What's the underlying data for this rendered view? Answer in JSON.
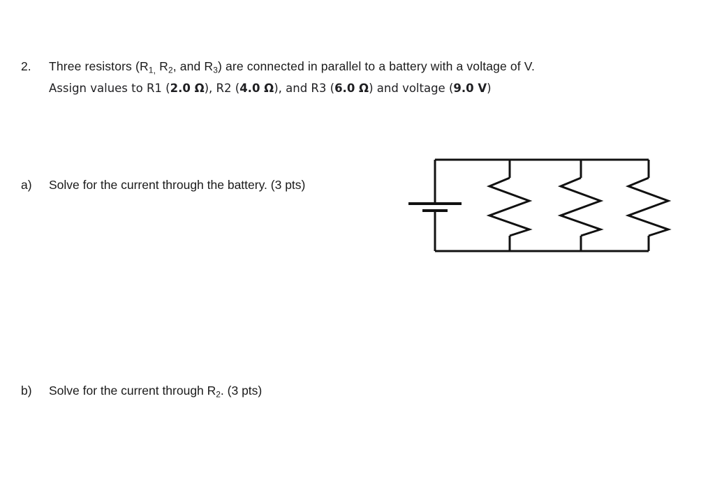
{
  "document": {
    "type": "physics-worksheet-problem",
    "background_color": "#ffffff",
    "text_color": "#1a1a1a"
  },
  "question": {
    "number": "2.",
    "line1": {
      "before_r1": "Three resistors (R",
      "r1_sub": "1",
      "r1_comma": ",",
      "between_r1_r2": " R",
      "r2_sub": "2",
      "between_r2_r3": ", and R",
      "r3_sub": "3",
      "after": ") are connected in parallel to a battery with a voltage of V."
    },
    "line2": {
      "s1": "Assign values to R1 (",
      "v1": "2.0 Ω",
      "s2": "), R2 (",
      "v2": "4.0 Ω",
      "s3": "), and R3 (",
      "v3": "6.0 Ω",
      "s4": ") and voltage (",
      "v4": "9.0 V",
      "s5": ")"
    }
  },
  "parts": {
    "a": {
      "label": "a)",
      "text": "Solve for the current through the battery. (3 pts)"
    },
    "b": {
      "label": "b)",
      "text_before_sub": "Solve for the current through R",
      "subscript": "2",
      "text_after_sub": ". (3 pts)"
    }
  },
  "circuit": {
    "description": "Three resistors in parallel connected to a battery",
    "stroke_color": "#111111",
    "stroke_width": 3,
    "components": [
      {
        "name": "battery",
        "orientation": "horizontal-plates",
        "position": "left-rail"
      },
      {
        "name": "resistor-1",
        "symbol": "zigzag",
        "branch": 1
      },
      {
        "name": "resistor-2",
        "symbol": "zigzag",
        "branch": 2
      },
      {
        "name": "resistor-3",
        "symbol": "zigzag",
        "branch": 3
      }
    ]
  }
}
